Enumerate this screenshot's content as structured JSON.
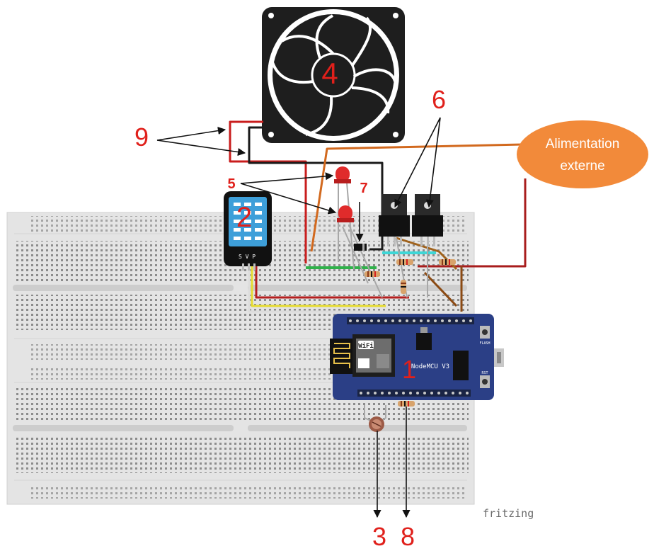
{
  "callouts": {
    "n1": "1",
    "n2": "2",
    "n3": "3",
    "n4": "4",
    "n5": "5",
    "n6": "6",
    "n7": "7",
    "n8": "8",
    "n9": "9"
  },
  "bubble": {
    "line1": "Alimentation",
    "line2": "externe",
    "color": "#f28a3a"
  },
  "board": {
    "label": "NodeMCU V3",
    "wifi": "WiFi",
    "flash": "FLASH",
    "rst": "RST"
  },
  "sensor": {
    "pins": "S V P"
  },
  "watermark": "fritzing",
  "colors": {
    "callout_red": "#e0201b",
    "breadboard": "#e4e4e4",
    "board_blue": "#2b3f86",
    "fan": "#1e1e1e"
  }
}
